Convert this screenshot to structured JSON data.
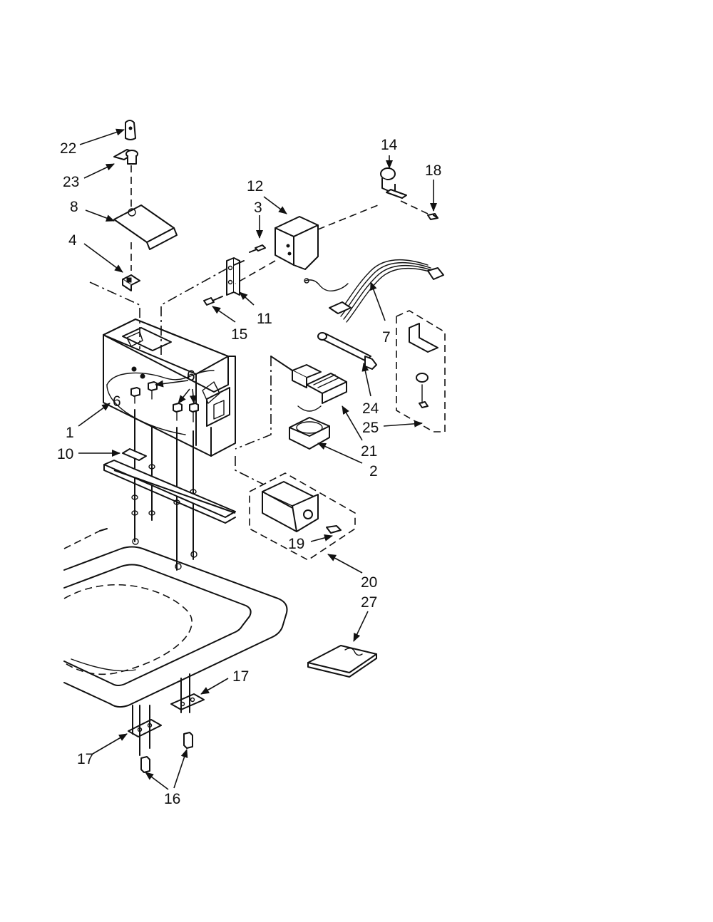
{
  "callouts": [
    {
      "id": "c22",
      "text": "22"
    },
    {
      "id": "c23",
      "text": "23"
    },
    {
      "id": "c8",
      "text": "8"
    },
    {
      "id": "c4",
      "text": "4"
    },
    {
      "id": "c12",
      "text": "12"
    },
    {
      "id": "c3",
      "text": "3"
    },
    {
      "id": "c14",
      "text": "14"
    },
    {
      "id": "c18",
      "text": "18"
    },
    {
      "id": "c11",
      "text": "11"
    },
    {
      "id": "c15",
      "text": "15"
    },
    {
      "id": "c7",
      "text": "7"
    },
    {
      "id": "c6a",
      "text": "6"
    },
    {
      "id": "c6b",
      "text": "6"
    },
    {
      "id": "c6c",
      "text": "6"
    },
    {
      "id": "c24",
      "text": "24"
    },
    {
      "id": "c25",
      "text": "25"
    },
    {
      "id": "c1",
      "text": "1"
    },
    {
      "id": "c21",
      "text": "21"
    },
    {
      "id": "c10",
      "text": "10"
    },
    {
      "id": "c2",
      "text": "2"
    },
    {
      "id": "c19",
      "text": "19"
    },
    {
      "id": "c20",
      "text": "20"
    },
    {
      "id": "c27",
      "text": "27"
    },
    {
      "id": "c17a",
      "text": "17"
    },
    {
      "id": "c17b",
      "text": "17"
    },
    {
      "id": "c16",
      "text": "16"
    }
  ]
}
